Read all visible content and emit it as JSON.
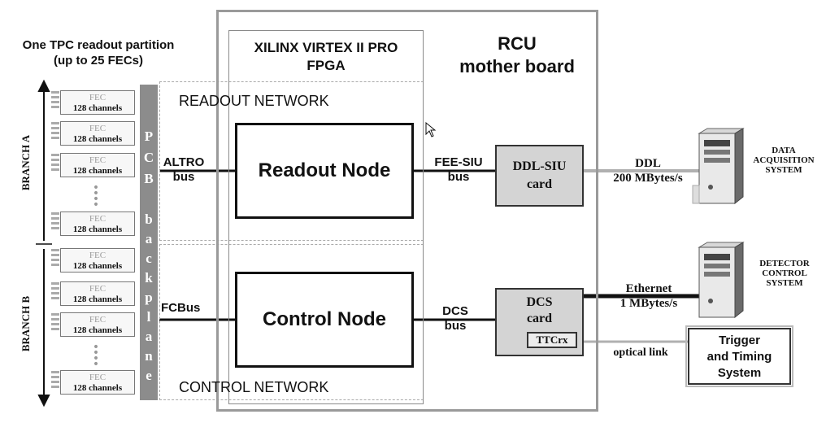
{
  "partition_title": [
    "One TPC readout partition",
    "(up to 25 FECs)"
  ],
  "branches": [
    {
      "label": "BRANCH A",
      "fecs": [
        {
          "title": "FEC",
          "channels": "128 channels"
        },
        {
          "title": "FEC",
          "channels": "128 channels"
        },
        {
          "title": "FEC",
          "channels": "128 channels"
        },
        {
          "title": "FEC",
          "channels": "128 channels"
        }
      ]
    },
    {
      "label": "BRANCH B",
      "fecs": [
        {
          "title": "FEC",
          "channels": "128 channels"
        },
        {
          "title": "FEC",
          "channels": "128 channels"
        },
        {
          "title": "FEC",
          "channels": "128 channels"
        },
        {
          "title": "FEC",
          "channels": "128 channels"
        }
      ]
    }
  ],
  "pcb_letters": [
    "P",
    "C",
    "B",
    "b",
    "a",
    "c",
    "k",
    "p",
    "l",
    "a",
    "n",
    "e"
  ],
  "rcu_title": [
    "RCU",
    "mother board"
  ],
  "fpga_title": [
    "XILINX VIRTEX II PRO",
    "FPGA"
  ],
  "readout_network": "READOUT NETWORK",
  "control_network": "CONTROL NETWORK",
  "readout_node": "Readout Node",
  "control_node": "Control Node",
  "altro_bus": [
    "ALTRO",
    "bus"
  ],
  "fcbus": "FCBus",
  "fee_siu_bus": [
    "FEE-SIU",
    "bus"
  ],
  "dcs_bus": [
    "DCS",
    "bus"
  ],
  "ddl_siu_card": [
    "DDL-SIU",
    "card"
  ],
  "dcs_card": [
    "DCS",
    "card"
  ],
  "ttcrx": "TTCrx",
  "ddl_link": [
    "DDL",
    "200 MBytes/s"
  ],
  "ethernet_link": [
    "Ethernet",
    "1  MBytes/s"
  ],
  "optical_link": "optical link",
  "daq_system": [
    "DATA",
    "ACQUISITION",
    "SYSTEM"
  ],
  "dcs_system": [
    "DETECTOR",
    "CONTROL",
    "SYSTEM"
  ],
  "trigger_system": [
    "Trigger",
    "and Timing",
    "System"
  ],
  "colors": {
    "pcb": "#8c8c8c",
    "card": "#d4d4d4",
    "frame": "#9a9a9a",
    "link_gray": "#b0b0b0",
    "ink": "#111111"
  },
  "icons": {
    "computer": "computer-tower-icon",
    "cursor": "mouse-pointer-icon"
  }
}
